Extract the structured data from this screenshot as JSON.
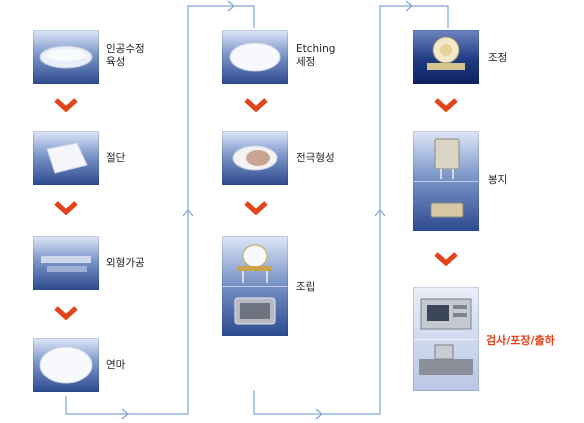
{
  "columns": [
    {
      "steps": [
        {
          "label": "인공수정\n육성"
        },
        {
          "label": "절단"
        },
        {
          "label": "외형가공"
        },
        {
          "label": "연마"
        }
      ]
    },
    {
      "steps": [
        {
          "label": "Etching\n세정"
        },
        {
          "label": "전극형성"
        },
        {
          "label": "조립"
        }
      ]
    },
    {
      "steps": [
        {
          "label": "조정"
        },
        {
          "label": "봉지"
        },
        {
          "label": "검사/포장/출하"
        }
      ]
    }
  ],
  "colors": {
    "chevron": "#e2441b",
    "connector": "#7fa7d3",
    "final_label": "#e2441b"
  }
}
